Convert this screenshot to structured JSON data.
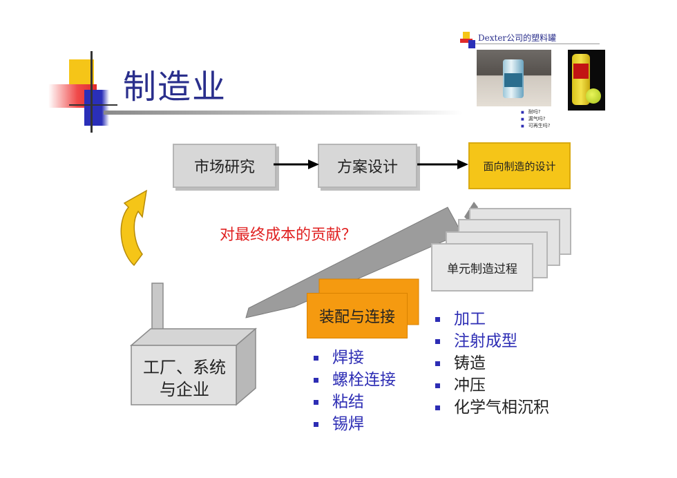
{
  "title": "制造业",
  "corner_caption": "Dexter公司的塑料罐",
  "small_bullets": [
    "耐吗?",
    "漏气吗?",
    "可再生吗?"
  ],
  "flow": {
    "market_research": "市场研究",
    "concept_design": "方案设计",
    "dfm": "面向制造的设计"
  },
  "question": "对最终成本的贡献？",
  "unit_process": "单元制造过程",
  "assembly": "装配与连接",
  "factory": {
    "line1": "工厂、系统",
    "line2": "与企业"
  },
  "assembly_methods": [
    "焊接",
    "螺栓连接",
    "粘结",
    "锡焊"
  ],
  "unit_processes": [
    "加工",
    "注射成型",
    "铸造",
    "冲压",
    "化学气相沉积"
  ],
  "colors": {
    "title_blue": "#2a2f8c",
    "bullet_blue": "#2d2db4",
    "question_red": "#e02020",
    "yellow_box": "#f5c518",
    "orange_box": "#f59a10",
    "gray_box": "#d7d7d7"
  }
}
